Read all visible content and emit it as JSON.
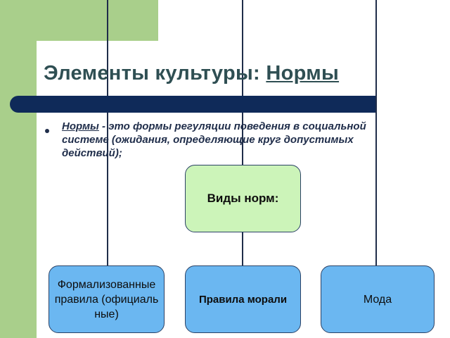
{
  "slide": {
    "title_prefix": "Элементы культуры: ",
    "title_link": "Нормы",
    "bullet": {
      "term": "Нормы",
      "text": " - это формы регуляции поведения в социальной системе (ожидания, определяющие круг допустимых действий);"
    }
  },
  "diagram": {
    "root": "Виды норм:",
    "children": [
      "Формализованные правила (официальные)",
      "Правила морали",
      "Мода"
    ]
  },
  "colors": {
    "accent_green": "#a9cf8b",
    "title_bar": "#0f2a59",
    "root_box": "#ccf4b9",
    "child_box": "#6bb7f1"
  }
}
